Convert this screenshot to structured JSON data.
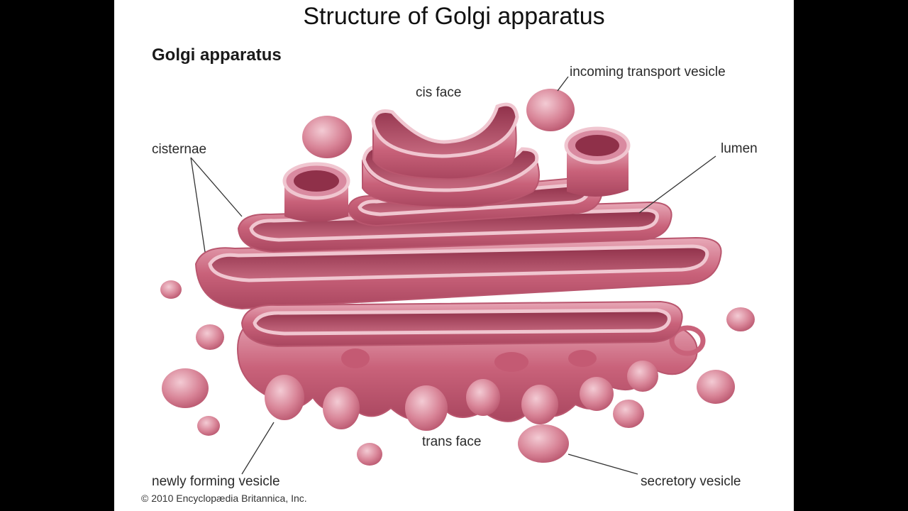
{
  "slide": {
    "title": "Structure of Golgi apparatus"
  },
  "diagram": {
    "heading": "Golgi apparatus",
    "labels": {
      "cis_face": "cis face",
      "incoming_transport_vesicle": "incoming transport vesicle",
      "cisternae": "cisternae",
      "lumen": "lumen",
      "trans_face": "trans face",
      "newly_forming_vesicle": "newly forming vesicle",
      "secretory_vesicle": "secretory vesicle"
    },
    "copyright": "© 2010 Encyclopædia Britannica, Inc."
  },
  "colors": {
    "membrane": "#c9627a",
    "membrane_light": "#eec3cc",
    "lumen_dark": "#9c3c55",
    "background": "#ffffff",
    "letterbox": "#000000"
  }
}
